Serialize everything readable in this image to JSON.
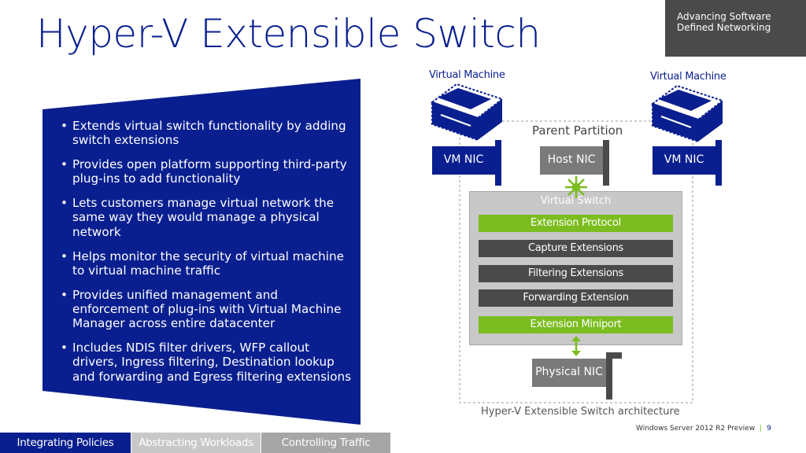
{
  "slide": {
    "title": "Hyper-V Extensible Switch",
    "corner": {
      "line1": "Advancing Software",
      "line2": "Defined Networking"
    }
  },
  "bullets": [
    "Extends virtual switch functionality by adding switch extensions",
    "Provides open platform supporting third-party plug-ins to add functionality",
    "Lets customers manage virtual network the same way they would manage a physical network",
    "Helps monitor the security of virtual machine to virtual machine traffic",
    "Provides unified management and enforcement of plug-ins with Virtual Machine Manager across entire datacenter",
    "Includes NDIS filter drivers, WFP callout drivers, Ingress filtering, Destination lookup and forwarding and Egress filtering extensions"
  ],
  "diagram": {
    "vm_left_label": "Virtual Machine",
    "vm_right_label": "Virtual Machine",
    "parent_partition": "Parent Partition",
    "vm_nic_left": "VM NIC",
    "host_nic": "Host NIC",
    "vm_nic_right": "VM NIC",
    "virtual_switch": "Virtual Switch",
    "extension_protocol": "Extension Protocol",
    "capture_extensions": "Capture Extensions",
    "filtering_extensions": "Filtering Extensions",
    "forwarding_extension": "Forwarding Extension",
    "extension_miniport": "Extension Miniport",
    "physical_nic": "Physical NIC",
    "caption": "Hyper-V Extensible Switch architecture"
  },
  "footer": {
    "product": "Windows Server 2012 R2 Preview",
    "separator": "|",
    "page_number": "9"
  },
  "tabs": [
    {
      "label": "Integrating Policies",
      "active": true
    },
    {
      "label": "Abstracting Workloads",
      "active": false
    },
    {
      "label": "Controlling Traffic",
      "active": false
    }
  ],
  "colors": {
    "brand_blue": "#0a1f8f",
    "accent_green": "#7bbd1f",
    "dark_gray": "#4a4a4a",
    "light_gray": "#c8c8c8"
  }
}
